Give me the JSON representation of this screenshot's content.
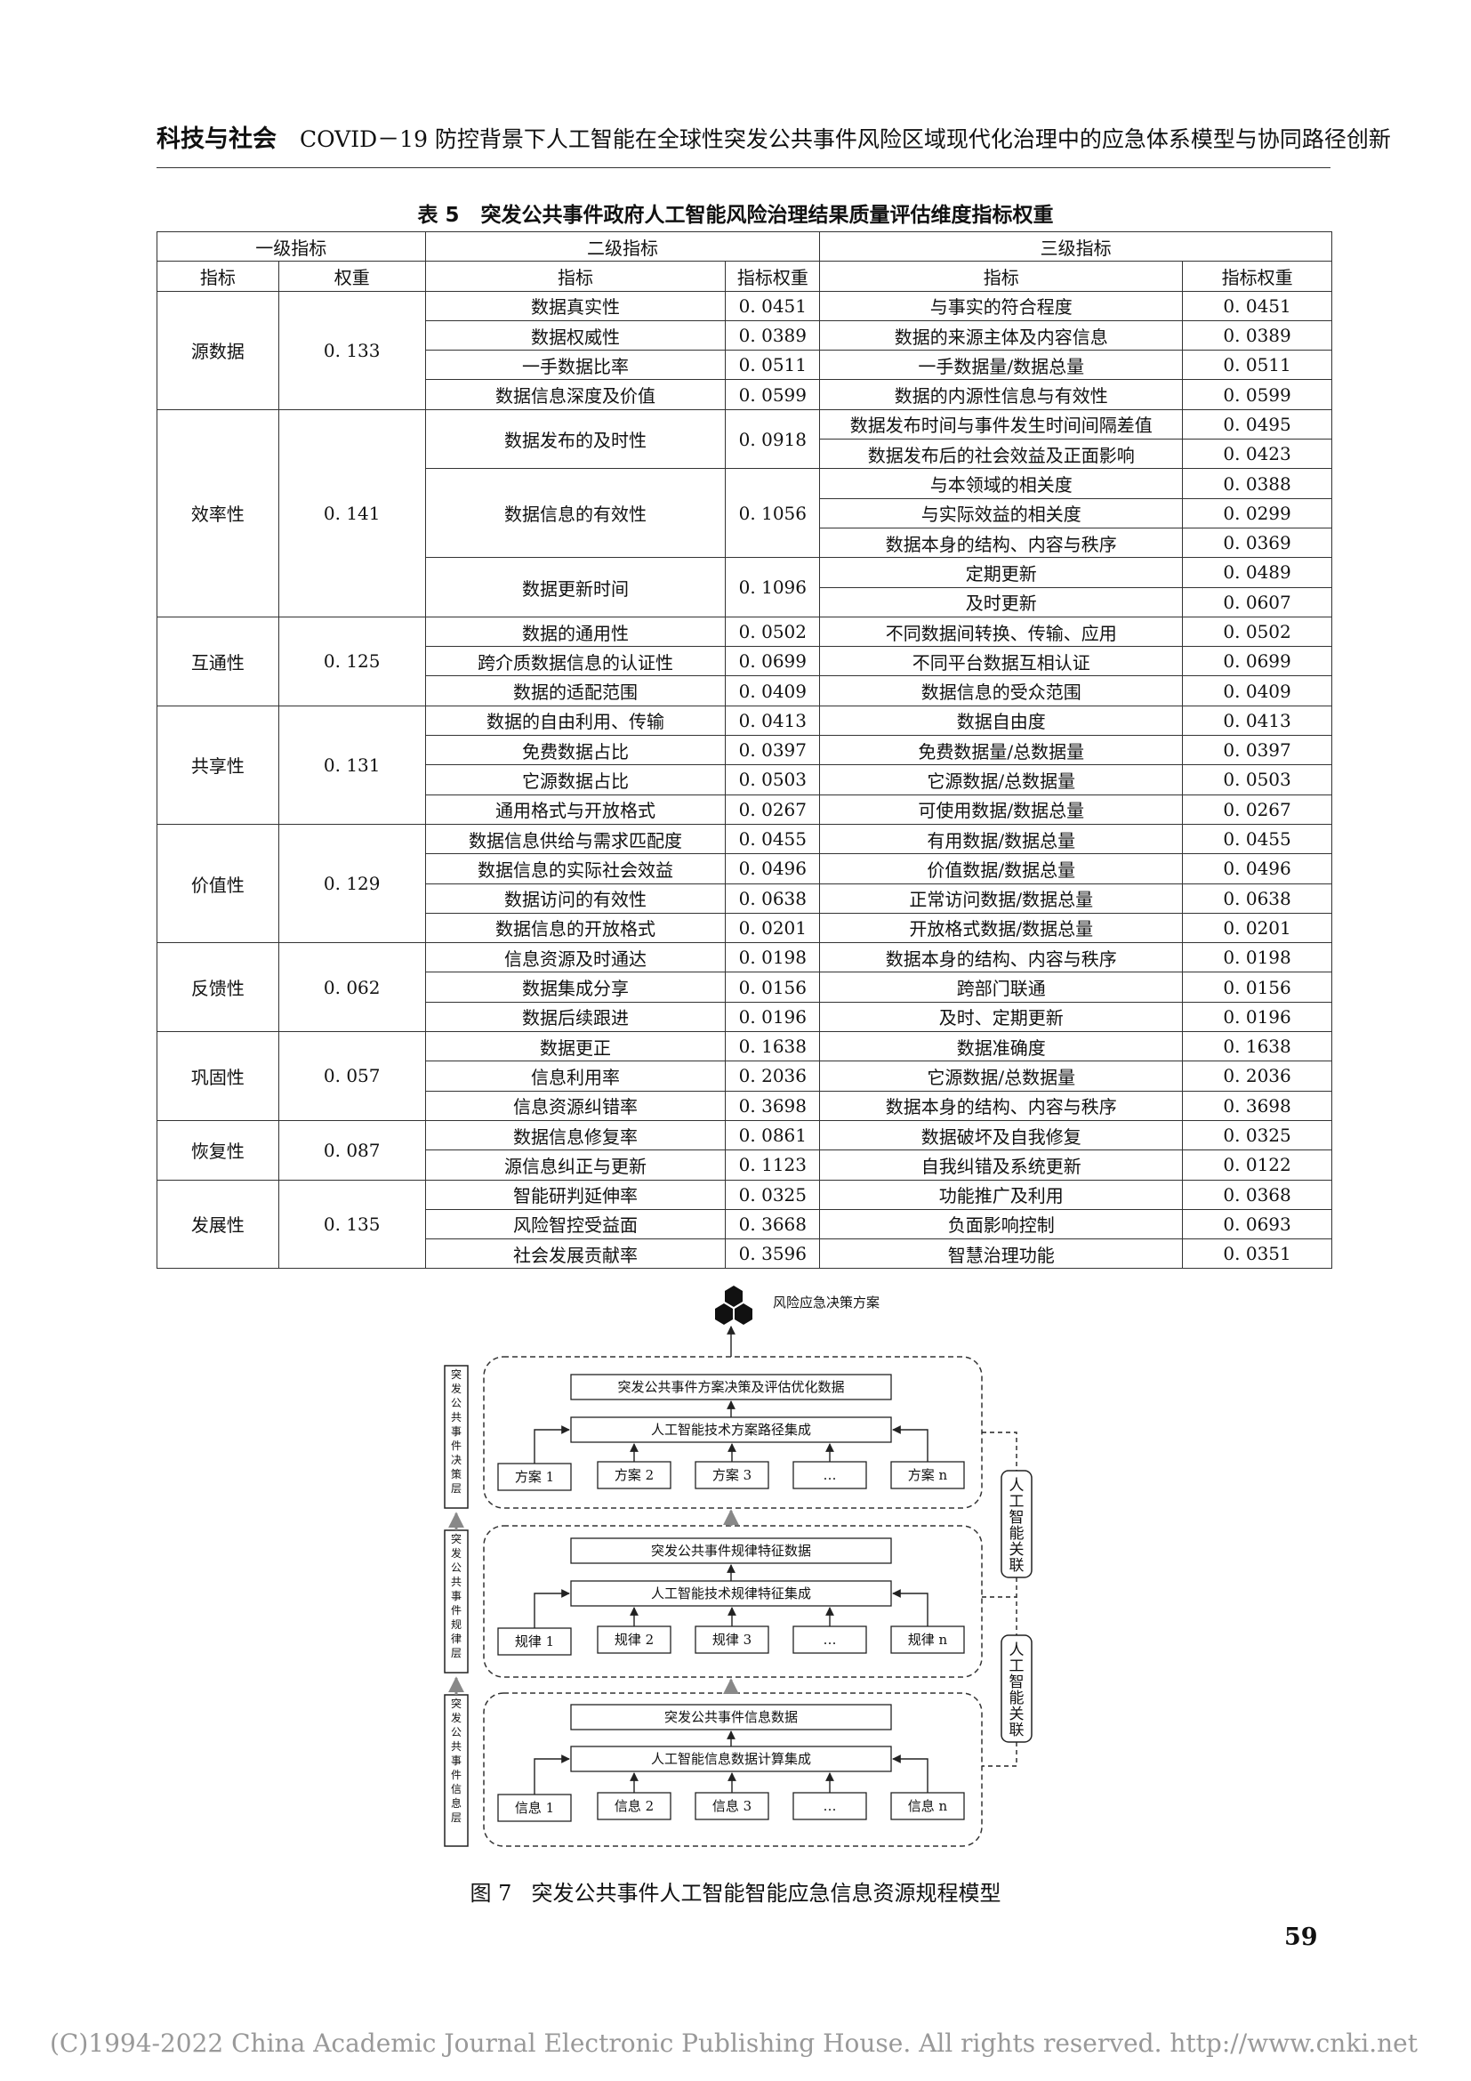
{
  "header": {
    "journal": "科技与社会",
    "article_title": "COVID－19 防控背景下人工智能在全球性突发公共事件风险区域现代化治理中的应急体系模型与协同路径创新"
  },
  "table": {
    "number": "表 5",
    "title": "突发公共事件政府人工智能风险治理结果质量评估维度指标权重",
    "group_headers": [
      "一级指标",
      "二级指标",
      "三级指标"
    ],
    "sub_headers": [
      "指标",
      "权重",
      "指标",
      "指标权重",
      "指标",
      "指标权重"
    ],
    "rows": [
      [
        "源数据",
        "0. 133",
        "数据真实性",
        "0. 0451",
        "与事实的符合程度",
        "0. 0451"
      ],
      [
        "",
        "",
        "数据权威性",
        "0. 0389",
        "数据的来源主体及内容信息",
        "0. 0389"
      ],
      [
        "",
        "",
        "一手数据比率",
        "0. 0511",
        "一手数据量/数据总量",
        "0. 0511"
      ],
      [
        "",
        "",
        "数据信息深度及价值",
        "0. 0599",
        "数据的内源性信息与有效性",
        "0. 0599"
      ],
      [
        "效率性",
        "0. 141",
        "数据发布的及时性",
        "0. 0918",
        "数据发布时间与事件发生时间间隔差值",
        "0. 0495"
      ],
      [
        "",
        "",
        "",
        "",
        "数据发布后的社会效益及正面影响",
        "0. 0423"
      ],
      [
        "",
        "",
        "数据信息的有效性",
        "0. 1056",
        "与本领域的相关度",
        "0. 0388"
      ],
      [
        "",
        "",
        "",
        "",
        "与实际效益的相关度",
        "0. 0299"
      ],
      [
        "",
        "",
        "",
        "",
        "数据本身的结构、内容与秩序",
        "0. 0369"
      ],
      [
        "",
        "",
        "数据更新时间",
        "0. 1096",
        "定期更新",
        "0. 0489"
      ],
      [
        "",
        "",
        "",
        "",
        "及时更新",
        "0. 0607"
      ],
      [
        "互通性",
        "0. 125",
        "数据的通用性",
        "0. 0502",
        "不同数据间转换、传输、应用",
        "0. 0502"
      ],
      [
        "",
        "",
        "跨介质数据信息的认证性",
        "0. 0699",
        "不同平台数据互相认证",
        "0. 0699"
      ],
      [
        "",
        "",
        "数据的适配范围",
        "0. 0409",
        "数据信息的受众范围",
        "0. 0409"
      ],
      [
        "共享性",
        "0. 131",
        "数据的自由利用、传输",
        "0. 0413",
        "数据自由度",
        "0. 0413"
      ],
      [
        "",
        "",
        "免费数据占比",
        "0. 0397",
        "免费数据量/总数据量",
        "0. 0397"
      ],
      [
        "",
        "",
        "它源数据占比",
        "0. 0503",
        "它源数据/总数据量",
        "0. 0503"
      ],
      [
        "",
        "",
        "通用格式与开放格式",
        "0. 0267",
        "可使用数据/数据总量",
        "0. 0267"
      ],
      [
        "价值性",
        "0. 129",
        "数据信息供给与需求匹配度",
        "0. 0455",
        "有用数据/数据总量",
        "0. 0455"
      ],
      [
        "",
        "",
        "数据信息的实际社会效益",
        "0. 0496",
        "价值数据/数据总量",
        "0. 0496"
      ],
      [
        "",
        "",
        "数据访问的有效性",
        "0. 0638",
        "正常访问数据/数据总量",
        "0. 0638"
      ],
      [
        "",
        "",
        "数据信息的开放格式",
        "0. 0201",
        "开放格式数据/数据总量",
        "0. 0201"
      ],
      [
        "反馈性",
        "0. 062",
        "信息资源及时通达",
        "0. 0198",
        "数据本身的结构、内容与秩序",
        "0. 0198"
      ],
      [
        "",
        "",
        "数据集成分享",
        "0. 0156",
        "跨部门联通",
        "0. 0156"
      ],
      [
        "",
        "",
        "数据后续跟进",
        "0. 0196",
        "及时、定期更新",
        "0. 0196"
      ],
      [
        "巩固性",
        "0. 057",
        "数据更正",
        "0. 1638",
        "数据准确度",
        "0. 1638"
      ],
      [
        "",
        "",
        "信息利用率",
        "0. 2036",
        "它源数据/总数据量",
        "0. 2036"
      ],
      [
        "",
        "",
        "信息资源纠错率",
        "0. 3698",
        "数据本身的结构、内容与秩序",
        "0. 3698"
      ],
      [
        "恢复性",
        "0. 087",
        "数据信息修复率",
        "0. 0861",
        "数据破坏及自我修复",
        "0. 0325"
      ],
      [
        "",
        "",
        "源信息纠正与更新",
        "0. 1123",
        "自我纠错及系统更新",
        "0. 0122"
      ],
      [
        "发展性",
        "0. 135",
        "智能研判延伸率",
        "0. 0325",
        "功能推广及利用",
        "0. 0368"
      ],
      [
        "",
        "",
        "风险智控受益面",
        "0. 3668",
        "负面影响控制",
        "0. 0693"
      ],
      [
        "",
        "",
        "社会发展贡献率",
        "0. 3596",
        "智慧治理功能",
        "0. 0351"
      ]
    ]
  },
  "figure": {
    "number": "图 7",
    "caption": "突发公共事件人工智能智能应急信息资源规程模型",
    "top_label": "风险应急决策方案",
    "layers": [
      {
        "side_label": "突发公共事件决策层",
        "top_box": "突发公共事件方案决策及评估优化数据",
        "mid_box": "人工智能技术方案路径集成",
        "items": [
          "方案 1",
          "方案 2",
          "方案 3",
          "…",
          "方案 n"
        ]
      },
      {
        "side_label": "突发公共事件规律层",
        "top_box": "突发公共事件规律特征数据",
        "mid_box": "人工智能技术规律特征集成",
        "items": [
          "规律 1",
          "规律 2",
          "规律 3",
          "…",
          "规律 n"
        ]
      },
      {
        "side_label": "突发公共事件信息层",
        "top_box": "突发公共事件信息数据",
        "mid_box": "人工智能信息数据计算集成",
        "items": [
          "信息 1",
          "信息 2",
          "信息 3",
          "…",
          "信息 n"
        ]
      }
    ],
    "links": [
      "人工智能关联",
      "人工智能关联"
    ]
  },
  "page_number": "59",
  "copyright": "(C)1994-2022 China Academic Journal Electronic Publishing House. All rights reserved.    http://www.cnki.net"
}
